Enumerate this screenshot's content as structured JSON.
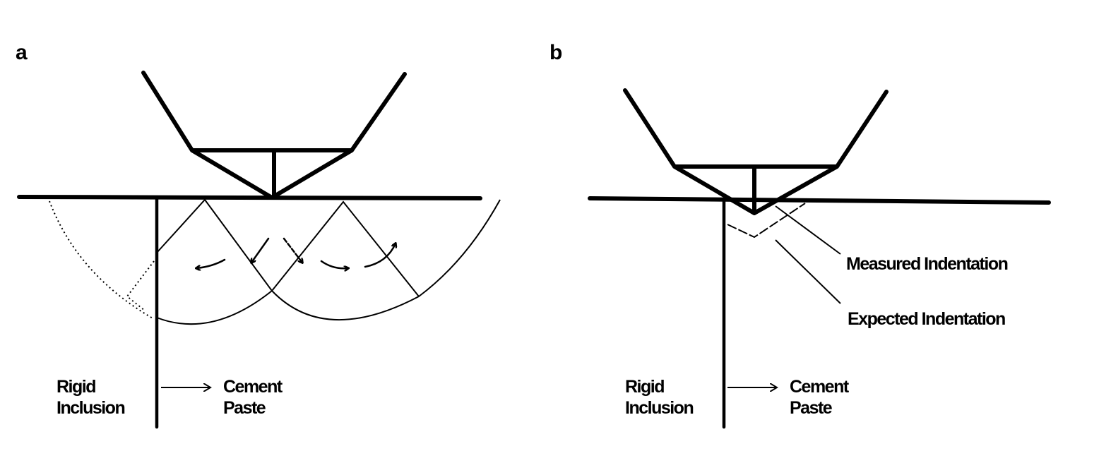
{
  "panel_a": {
    "label": "a",
    "left_material": [
      "Rigid",
      "Inclusion"
    ],
    "right_material": [
      "Cement",
      "Paste"
    ]
  },
  "panel_b": {
    "label": "b",
    "left_material": [
      "Rigid",
      "Inclusion"
    ],
    "right_material": [
      "Cement",
      "Paste"
    ],
    "measured_label": "Measured Indentation",
    "expected_label": "Expected Indentation"
  }
}
